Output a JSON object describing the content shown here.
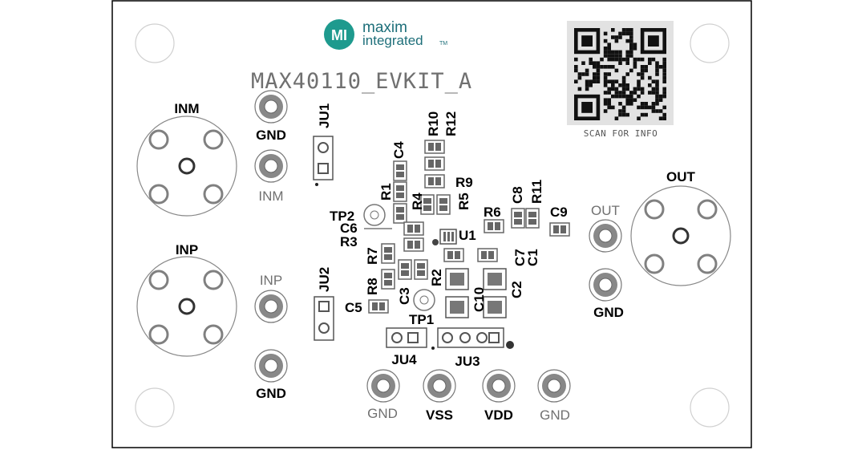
{
  "board": {
    "title": "MAX40110_EVKIT_A",
    "brand": {
      "line1": "maxim",
      "line2": "integrated",
      "tm": "TM"
    },
    "qr_caption": "SCAN FOR INFO",
    "colors": {
      "outline": "#000000",
      "silkscreen_dark": "#000000",
      "silkscreen_light": "#707070",
      "pad": "#808080",
      "brand": "#1e6f7a"
    }
  },
  "labels": {
    "inm_conn": "INM",
    "inp_conn": "INP",
    "out_conn": "OUT",
    "gnd_top_left": "GND",
    "inm_pad": "INM",
    "inp_pad": "INP",
    "gnd_left_bottom": "GND",
    "out_pad": "OUT",
    "gnd_right": "GND",
    "gnd_b1": "GND",
    "vss": "VSS",
    "vdd": "VDD",
    "gnd_b2": "GND",
    "ju1": "JU1",
    "ju2": "JU2",
    "ju3": "JU3",
    "ju4": "JU4",
    "tp1": "TP1",
    "tp2": "TP2",
    "u1": "U1",
    "c1": "C1",
    "c2": "C2",
    "c3": "C3",
    "c4": "C4",
    "c5": "C5",
    "c6": "C6",
    "c7": "C7",
    "c8": "C8",
    "c9": "C9",
    "c10": "C10",
    "r1": "R1",
    "r2": "R2",
    "r3": "R3",
    "r4": "R4",
    "r5": "R5",
    "r6": "R6",
    "r7": "R7",
    "r8": "R8",
    "r9": "R9",
    "r10": "R10",
    "r11": "R11",
    "r12": "R12"
  }
}
